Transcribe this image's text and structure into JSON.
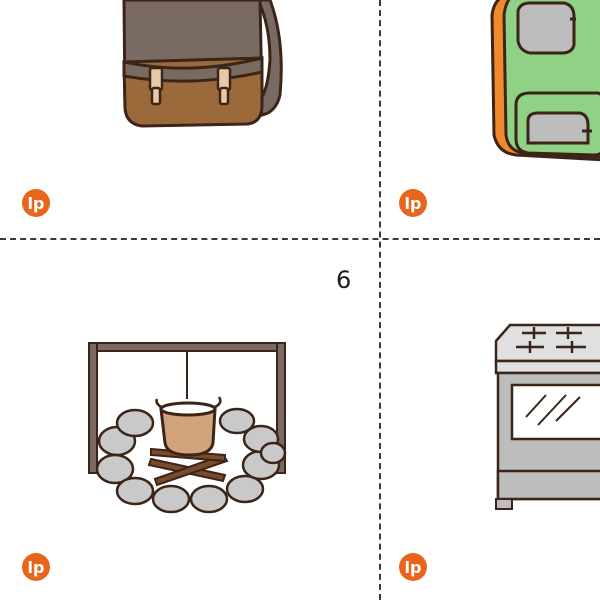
{
  "sheet": {
    "page_number": "6",
    "cards": [
      {
        "id": "brown-satchel-backpack",
        "icon": "brown-backpack-icon"
      },
      {
        "id": "green-orange-backpack",
        "icon": "green-backpack-icon"
      },
      {
        "id": "campfire-cooking-pot",
        "icon": "campfire-icon"
      },
      {
        "id": "kitchen-stove-oven",
        "icon": "stove-icon"
      }
    ],
    "logo": {
      "text": "lp",
      "color": "#e8661c"
    }
  }
}
